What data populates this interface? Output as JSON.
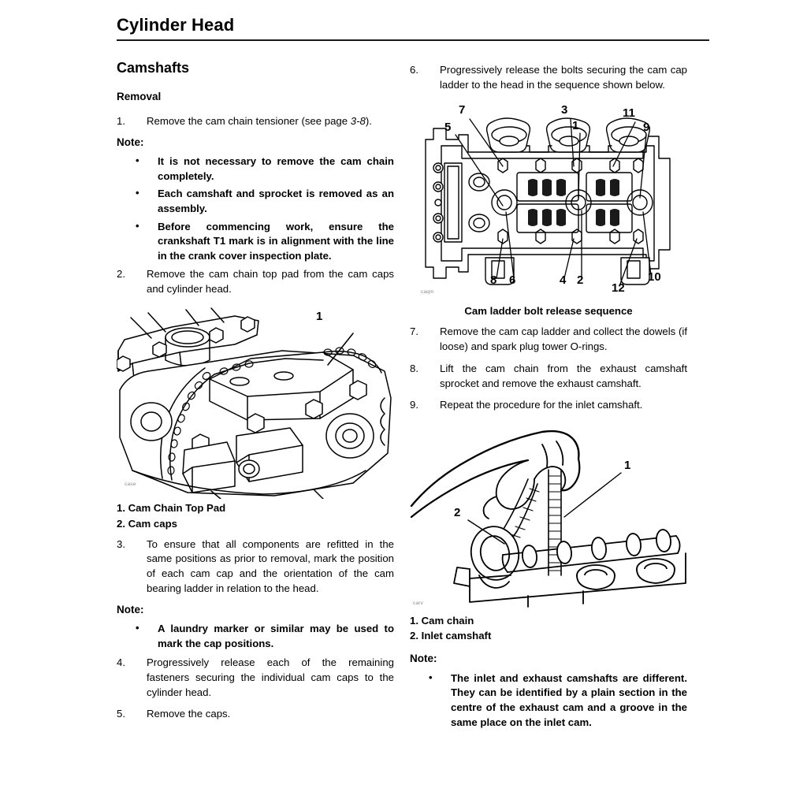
{
  "header": {
    "title": "Cylinder Head"
  },
  "left_column": {
    "section_title": "Camshafts",
    "sub_title": "Removal",
    "step1": {
      "num": "1.",
      "text_before": "Remove the cam chain tensioner (see page ",
      "page_ref": "3-8",
      "text_after": ")."
    },
    "note_label_1": "Note:",
    "notes_1": [
      "It is not necessary to remove the cam chain completely.",
      "Each camshaft and sprocket is removed as an assembly.",
      "Before commencing work, ensure the crankshaft T1 mark is in alignment with the line in the crank cover inspection plate."
    ],
    "step2": {
      "num": "2.",
      "text": "Remove the cam chain top pad from the cam caps and cylinder head."
    },
    "figure1": {
      "code": "case",
      "callouts": [
        "1"
      ]
    },
    "legend1": [
      "1. Cam Chain Top Pad",
      "2. Cam caps"
    ],
    "step3": {
      "num": "3.",
      "text": "To ensure that all components are refitted in the same positions as prior to removal, mark the position of each cam cap and the orientation of the cam bearing ladder in relation to the head."
    },
    "note_label_2": "Note:",
    "notes_2": [
      "A laundry marker or similar may be used to mark the cap positions."
    ],
    "step4": {
      "num": "4.",
      "text": "Progressively release each of the remaining fasteners securing the individual cam caps to the cylinder head."
    },
    "step5": {
      "num": "5.",
      "text": "Remove the caps."
    }
  },
  "right_column": {
    "step6": {
      "num": "6.",
      "text": "Progressively release the bolts securing the cam cap ladder to the head in the sequence shown below."
    },
    "figure2": {
      "code": "caqm",
      "caption": "Cam ladder bolt release sequence",
      "top_callouts": [
        "7",
        "5",
        "3",
        "1",
        "11",
        "9"
      ],
      "bottom_callouts": [
        "8",
        "6",
        "4",
        "2",
        "12",
        "10"
      ]
    },
    "step7": {
      "num": "7.",
      "text": "Remove the cam cap ladder and collect the dowels (if loose) and spark plug tower O-rings."
    },
    "step8": {
      "num": "8.",
      "text": "Lift the cam chain from the exhaust camshaft sprocket and remove the exhaust camshaft."
    },
    "step9": {
      "num": "9.",
      "text": "Repeat the procedure for the inlet camshaft."
    },
    "figure3": {
      "code": "carv",
      "callouts": [
        "1",
        "2"
      ]
    },
    "legend2": [
      "1. Cam chain",
      "2. Inlet camshaft"
    ],
    "note_label_3": "Note:",
    "notes_3": [
      "The inlet and exhaust camshafts are different. They can be identified by a plain section in the centre of the exhaust cam and a groove in the same place on the inlet cam."
    ]
  }
}
